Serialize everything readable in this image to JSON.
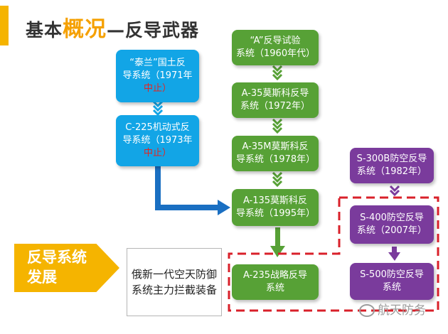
{
  "title": {
    "prefix": "基本",
    "highlight": "概况",
    "suffix": "—反导武器"
  },
  "boxes": {
    "taishan": {
      "line1": "“泰兰”国土反",
      "line2": "导系统（1971年",
      "line3": "中止）"
    },
    "c225": {
      "line1": "C-225机动式反",
      "line2": "导系统（1973年",
      "line3": "中止）"
    },
    "a_test": {
      "line1": "“A”反导试验",
      "line2": "系统（1960年代）"
    },
    "a35": {
      "line1": "A-35莫斯科反导",
      "line2": "系统（1972年）"
    },
    "a35m": {
      "line1": "A-35M莫斯科反",
      "line2": "导系统（1978年）"
    },
    "a135": {
      "line1": "A-135莫斯科反",
      "line2": "导系统（1995年）"
    },
    "a235": {
      "line1": "A-235战略反导",
      "line2": "系统"
    },
    "s300b": {
      "line1": "S-300B防空反导",
      "line2": "系统（1982年）"
    },
    "s400": {
      "line1": "S-400防空反导",
      "line2": "系统（2007年）"
    },
    "s500": {
      "line1": "S-500防空反导",
      "line2": "系统"
    }
  },
  "banner": {
    "line1": "反导系统",
    "line2": "发展"
  },
  "description": {
    "line1": "俄新一代空天防御",
    "line2": "系统主力拦截装备"
  },
  "watermark": "航天防务",
  "colors": {
    "accent": "#f5b400",
    "blue": "#12a5e6",
    "green": "#57a136",
    "purple": "#7a3b9c",
    "dashed_border": "#d9202a"
  }
}
